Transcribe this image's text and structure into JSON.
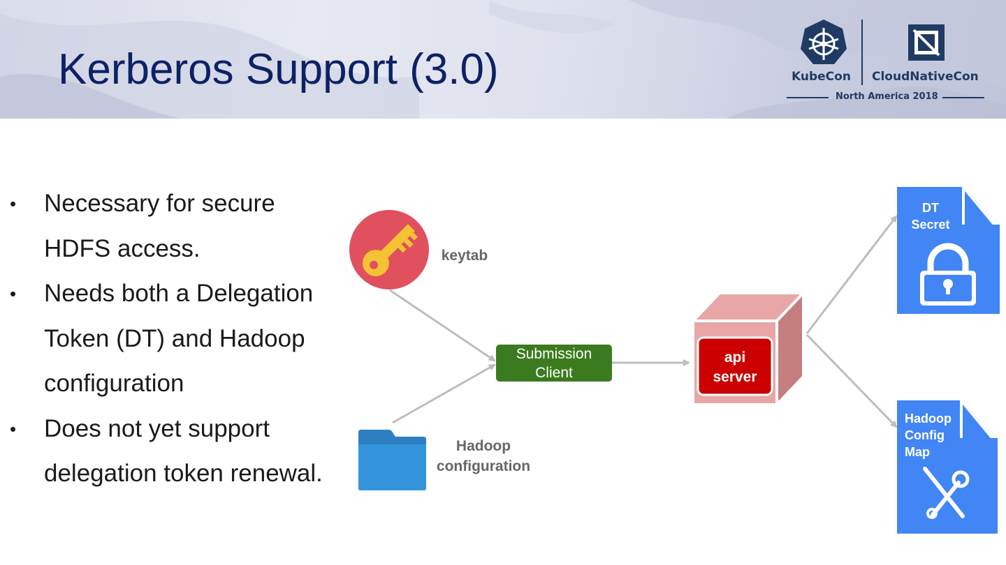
{
  "slide": {
    "title": "Kerberos Support (3.0)"
  },
  "logo": {
    "left": "KubeCon",
    "right": "CloudNativeCon",
    "event": "North America 2018"
  },
  "bullets": [
    "Necessary for secure HDFS access.",
    "Needs both a Delegation Token (DT) and Hadoop configuration",
    "Does not yet support delegation token renewal."
  ],
  "diagram": {
    "keytab_label": "keytab",
    "hadoop_config_label_1": "Hadoop",
    "hadoop_config_label_2": "configuration",
    "submission_client_1": "Submission",
    "submission_client_2": "Client",
    "api_server_1": "api",
    "api_server_2": "server",
    "dt_secret_1": "DT",
    "dt_secret_2": "Secret",
    "configmap_1": "Hadoop",
    "configmap_2": "Config",
    "configmap_3": "Map"
  },
  "colors": {
    "title": "#0d2265",
    "key_circle": "#e0505e",
    "key": "#f4c233",
    "folder": "#3495dc",
    "submission_client": "#3b7b1f",
    "api_server": "#cc0000",
    "cube": "#e8a6a6",
    "doc": "#4285f4",
    "arrow": "#bdbdbd"
  }
}
